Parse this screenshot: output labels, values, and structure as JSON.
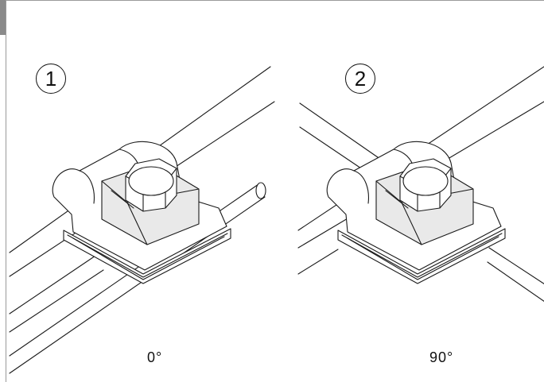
{
  "panels": [
    {
      "number": "1",
      "angle_label": "0°"
    },
    {
      "number": "2",
      "angle_label": "90°"
    }
  ],
  "colors": {
    "line": "#1a1a1a",
    "frame": "#9a9a9a",
    "background": "#ffffff"
  }
}
